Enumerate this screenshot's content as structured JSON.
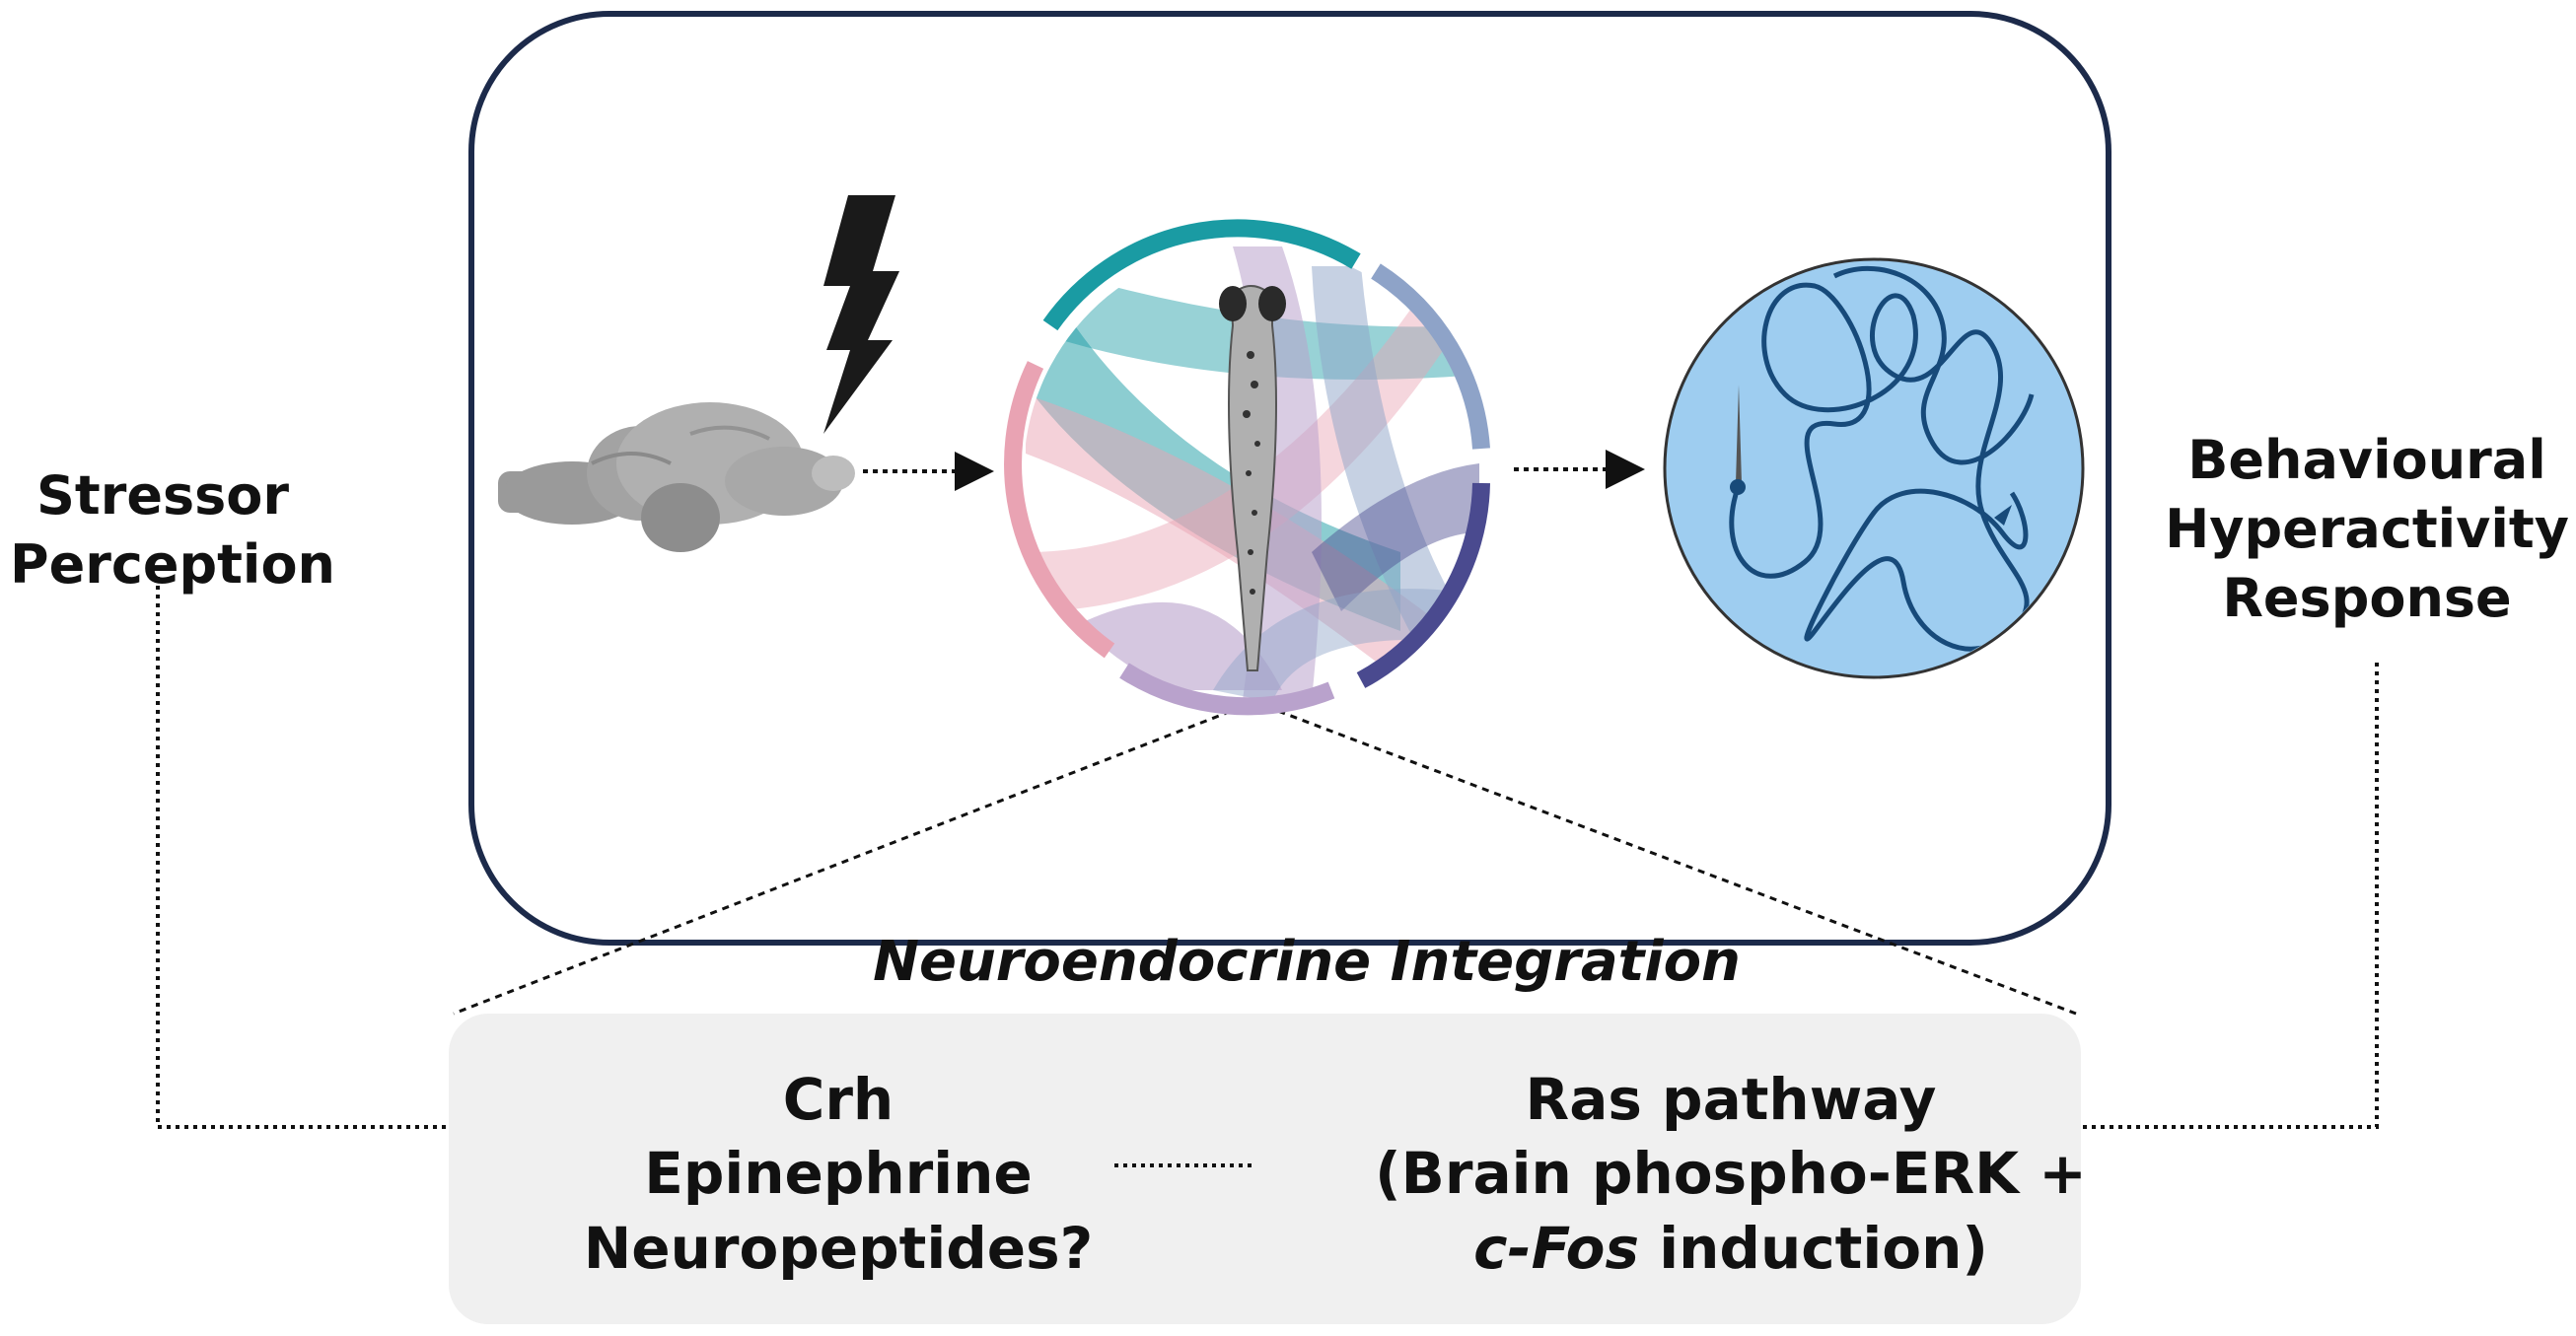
{
  "labels": {
    "stressor_line1": "Stressor",
    "stressor_line2": "Perception",
    "behaviour_line1": "Behavioural",
    "behaviour_line2": "Hyperactivity",
    "behaviour_line3": "Response",
    "integration_title": "Neuroendocrine Integration"
  },
  "mediators": {
    "line1": "Crh",
    "line2": "Epinephrine",
    "line3": "Neuropeptides?"
  },
  "pathway": {
    "line1": "Ras pathway",
    "line2": "(Brain phospho-ERK +",
    "line3_italic": "c-Fos",
    "line3_rest": " induction)"
  },
  "icons": [
    "brain-icon",
    "lightning-icon",
    "chord-diagram-icon",
    "zebrafish-larva-icon",
    "swim-trajectory-icon"
  ],
  "colors": {
    "frame": "#1c2a4a",
    "panel": "#f0f0f0",
    "teal": "#1a9ba3",
    "pink": "#e9a3b3",
    "lavender": "#b9a2cc",
    "steel_blue": "#8ea3c8",
    "indigo": "#4a4a8f",
    "arena_fill": "#9ecdf0",
    "trajectory": "#174a7a",
    "brain": "#9a9a9a"
  }
}
